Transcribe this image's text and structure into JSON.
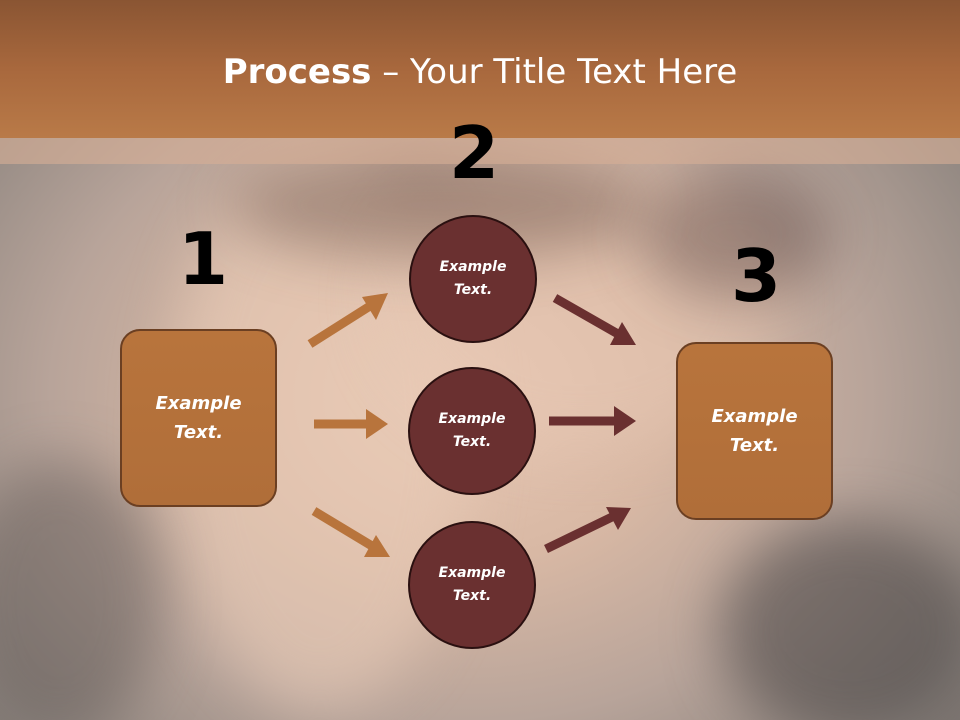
{
  "slide": {
    "title_bold": "Process",
    "title_rest": " – Your Title Text Here"
  },
  "steps": [
    {
      "number": "1",
      "label_line1": "Example",
      "label_line2": "Text."
    },
    {
      "number": "2"
    },
    {
      "number": "3",
      "label_line1": "Example",
      "label_line2": "Text."
    }
  ],
  "circles": [
    {
      "label_line1": "Example",
      "label_line2": "Text."
    },
    {
      "label_line1": "Example",
      "label_line2": "Text."
    },
    {
      "label_line1": "Example",
      "label_line2": "Text."
    }
  ],
  "colors": {
    "title_band": "#a8683d",
    "box_fill": "#b8743c",
    "circle_fill": "#6a3030",
    "arrow_left": "#b8743c",
    "arrow_right": "#6a3030"
  }
}
